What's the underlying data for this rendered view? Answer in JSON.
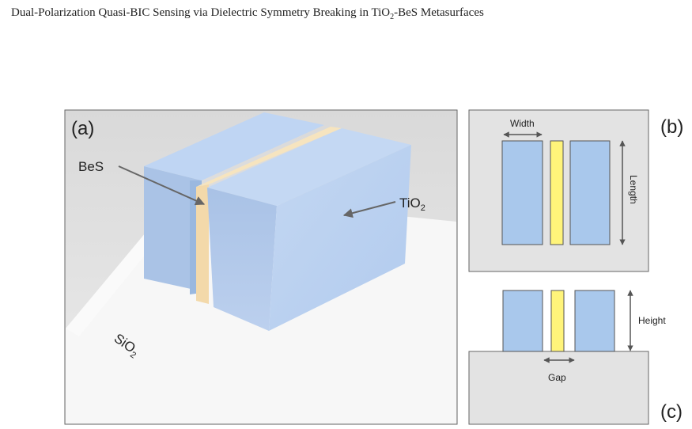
{
  "header": {
    "title_pre": "Dual-Polarization Quasi-BIC Sensing via Dielectric Symmetry Breaking in TiO",
    "title_sub": "2",
    "title_post": "-BeS Metasurfaces"
  },
  "panel_a": {
    "tag": "(a)",
    "bes_label": "BeS",
    "tio2_label": "TiO",
    "tio2_sub": "2",
    "sio2_label": "SiO",
    "sio2_sub": "2"
  },
  "panel_b": {
    "tag": "(b)",
    "width_label": "Width",
    "length_label": "Length"
  },
  "panel_c": {
    "tag": "(c)",
    "height_label": "Height",
    "gap_label": "Gap"
  },
  "colors": {
    "tio2": "#a9c8ec",
    "bes": "#fff47a",
    "bes_3d": "#f6deb0",
    "panel_bg": "#e3e3e3",
    "substrate": "#f4f4f4"
  }
}
